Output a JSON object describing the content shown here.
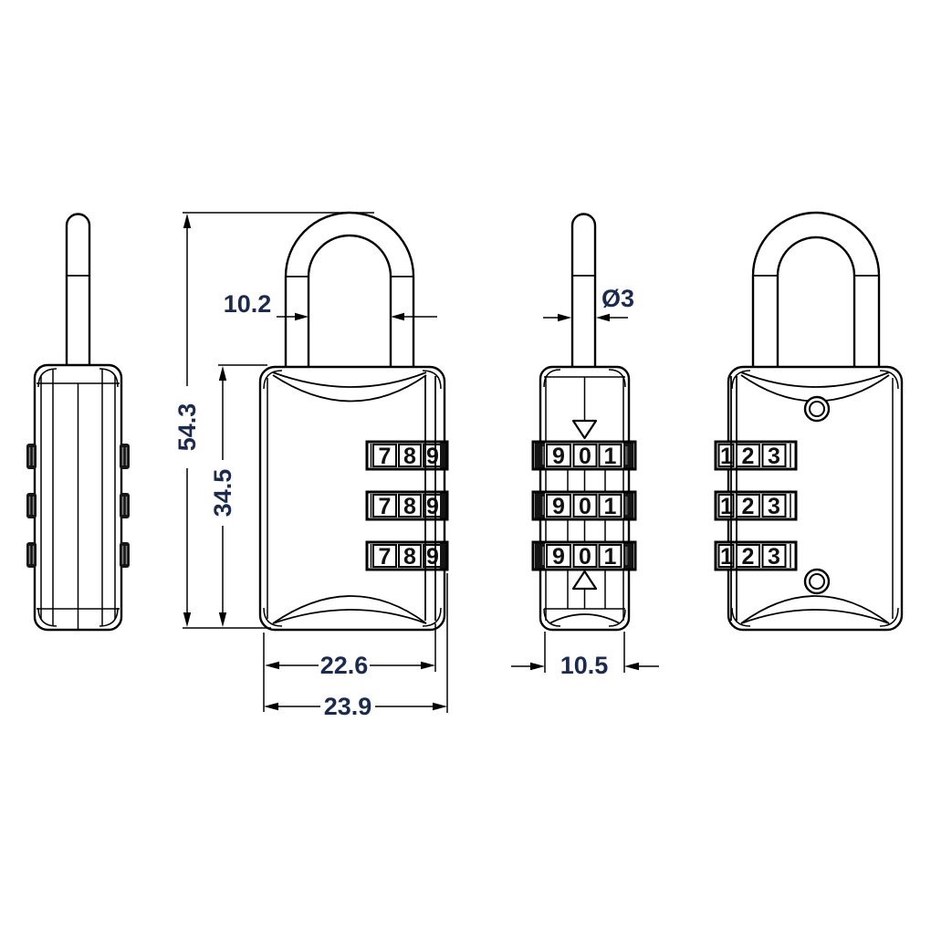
{
  "drawing": {
    "title": "combination-padlock-technical-drawing",
    "background": "#ffffff",
    "line_color": "#000000",
    "label_color": "#1c2b4d",
    "digit_color": "#101010",
    "labels": {
      "shackle_inner_width": "10.2",
      "overall_height": "54.3",
      "body_height": "34.5",
      "body_width_inner": "22.6",
      "body_width_outer": "23.9",
      "shackle_diameter": "Ø3",
      "body_depth": "10.5"
    },
    "dials": {
      "front_digits": [
        "7",
        "8",
        "9"
      ],
      "side_digits": [
        "9",
        "0",
        "1"
      ],
      "back_digits": [
        "1",
        "2",
        "3"
      ]
    }
  }
}
